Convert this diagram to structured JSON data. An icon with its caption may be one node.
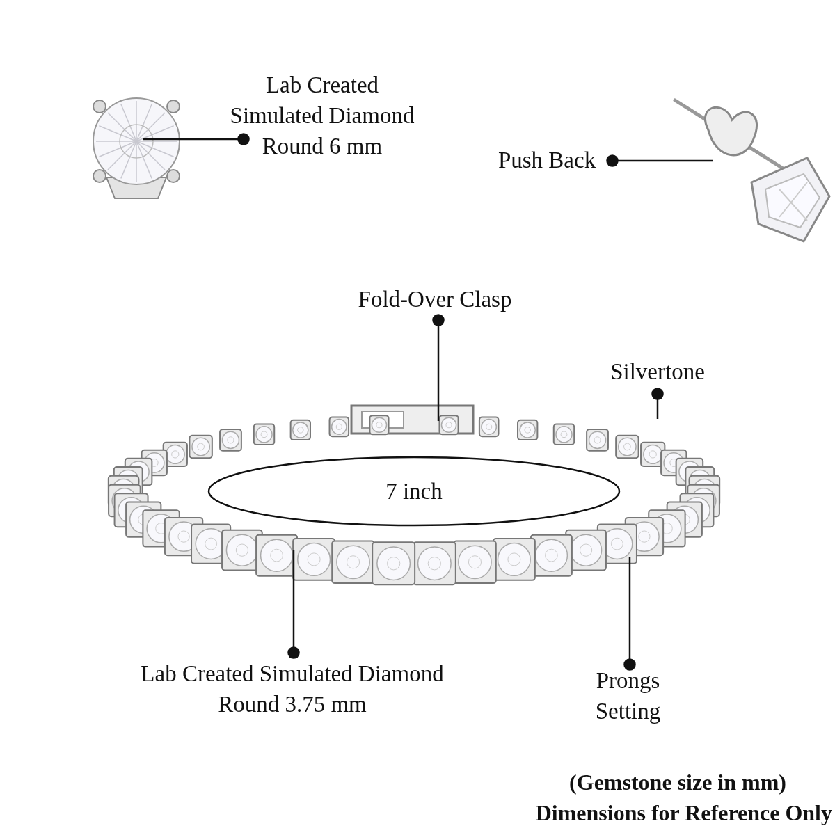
{
  "diagram": {
    "nodes": [
      {
        "text": [
          "Lab Created Simulated Diamond Round 6 mm"
        ]
      },
      {
        "text": [],
        "shape": "picture"
      },
      {
        "text": [
          "Push Back"
        ]
      },
      {
        "text": [],
        "shape": "picture"
      },
      {
        "text": [
          "Fold-Over Clasp"
        ]
      },
      {
        "text": [],
        "shape": "picture"
      },
      {
        "text": [
          "Silvertone"
        ]
      },
      {
        "text": [
          "7 inch"
        ],
        "in": 5
      },
      {
        "text": [
          "Lab Created Simulated Diamond Round 3.75 mm"
        ]
      },
      {
        "text": [
          "Prongs Setting"
        ]
      }
    ],
    "edges": [
      {
        "from": 0,
        "to": 1,
        "arrow": "other"
      },
      {
        "from": 2,
        "to": 3,
        "arrow": "other"
      },
      {
        "from": 4,
        "to": 5,
        "arrow": "other"
      },
      {
        "from": 6,
        "to": 5,
        "arrow": "other"
      },
      {
        "from": 8,
        "to": 5,
        "arrow": "other"
      },
      {
        "from": 9,
        "to": 5,
        "arrow": "other"
      }
    ],
    "labels": [
      "(Gemstone size in mm)",
      "Dimensions for Reference Only"
    ]
  }
}
